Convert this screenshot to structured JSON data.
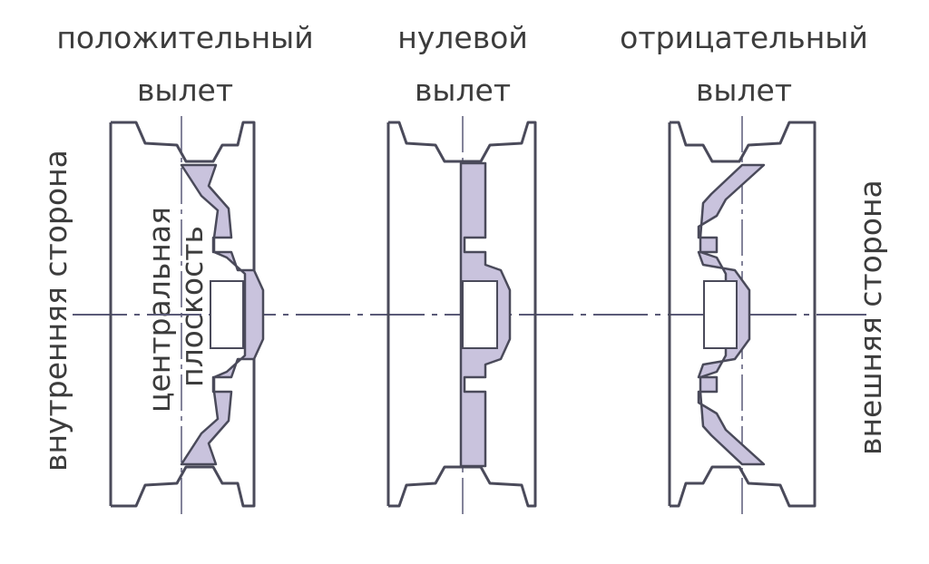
{
  "labels": {
    "positive": {
      "line1": "положительный",
      "line2": "вылет"
    },
    "zero": {
      "line1": "нулевой",
      "line2": "вылет"
    },
    "negative": {
      "line1": "отрицательный",
      "line2": "вылет"
    },
    "inner_side": "внутренняя сторона",
    "outer_side": "внешняя сторона",
    "central_plane": {
      "line1": "центральная",
      "line2": "плоскость"
    }
  },
  "colors": {
    "outline": "#4a4a5a",
    "fill": "#c9c3dd",
    "axis": "#5a5a78"
  }
}
